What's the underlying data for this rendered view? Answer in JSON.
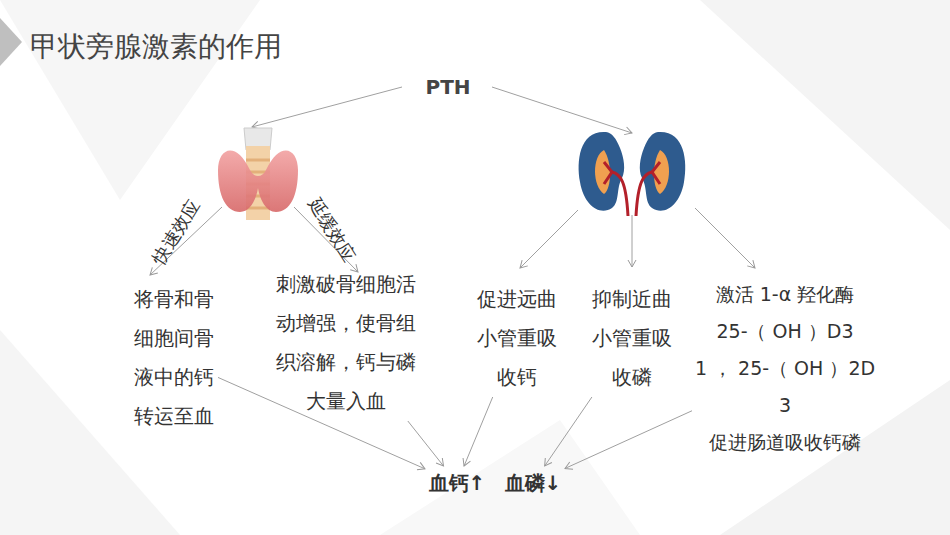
{
  "diagram": {
    "title": "甲状旁腺激素的作用",
    "nodes": [
      {
        "text": [
          "PTH"
        ]
      },
      {
        "text": [
          "将骨和骨细胞间骨液中的钙转运至血"
        ]
      },
      {
        "text": [
          "刺激破骨细胞活动增强，使骨组织溶解，钙与磷大量入血"
        ]
      },
      {
        "text": [
          "促进远曲小管重吸收钙"
        ]
      },
      {
        "text": [
          "抑制近曲小管重吸收磷"
        ]
      },
      {
        "text": [
          "激活 1-α 羟化酶",
          "25-（ OH ）D3",
          "1 ， 25-（ OH ）2D3",
          "促进肠道吸收钙磷"
        ]
      },
      {
        "text": [
          "血钙↑"
        ]
      },
      {
        "text": [
          "血磷↓"
        ]
      }
    ],
    "edges": [
      {
        "from": 1,
        "to": 6,
        "arrow": "to"
      },
      {
        "from": 2,
        "to": 6,
        "arrow": "to"
      },
      {
        "from": 3,
        "to": 6,
        "arrow": "to"
      },
      {
        "from": 4,
        "to": 7,
        "arrow": "to"
      },
      {
        "from": 5,
        "to": 7,
        "arrow": "to"
      }
    ],
    "labels": [
      "快速效应",
      "延缓效应"
    ]
  }
}
